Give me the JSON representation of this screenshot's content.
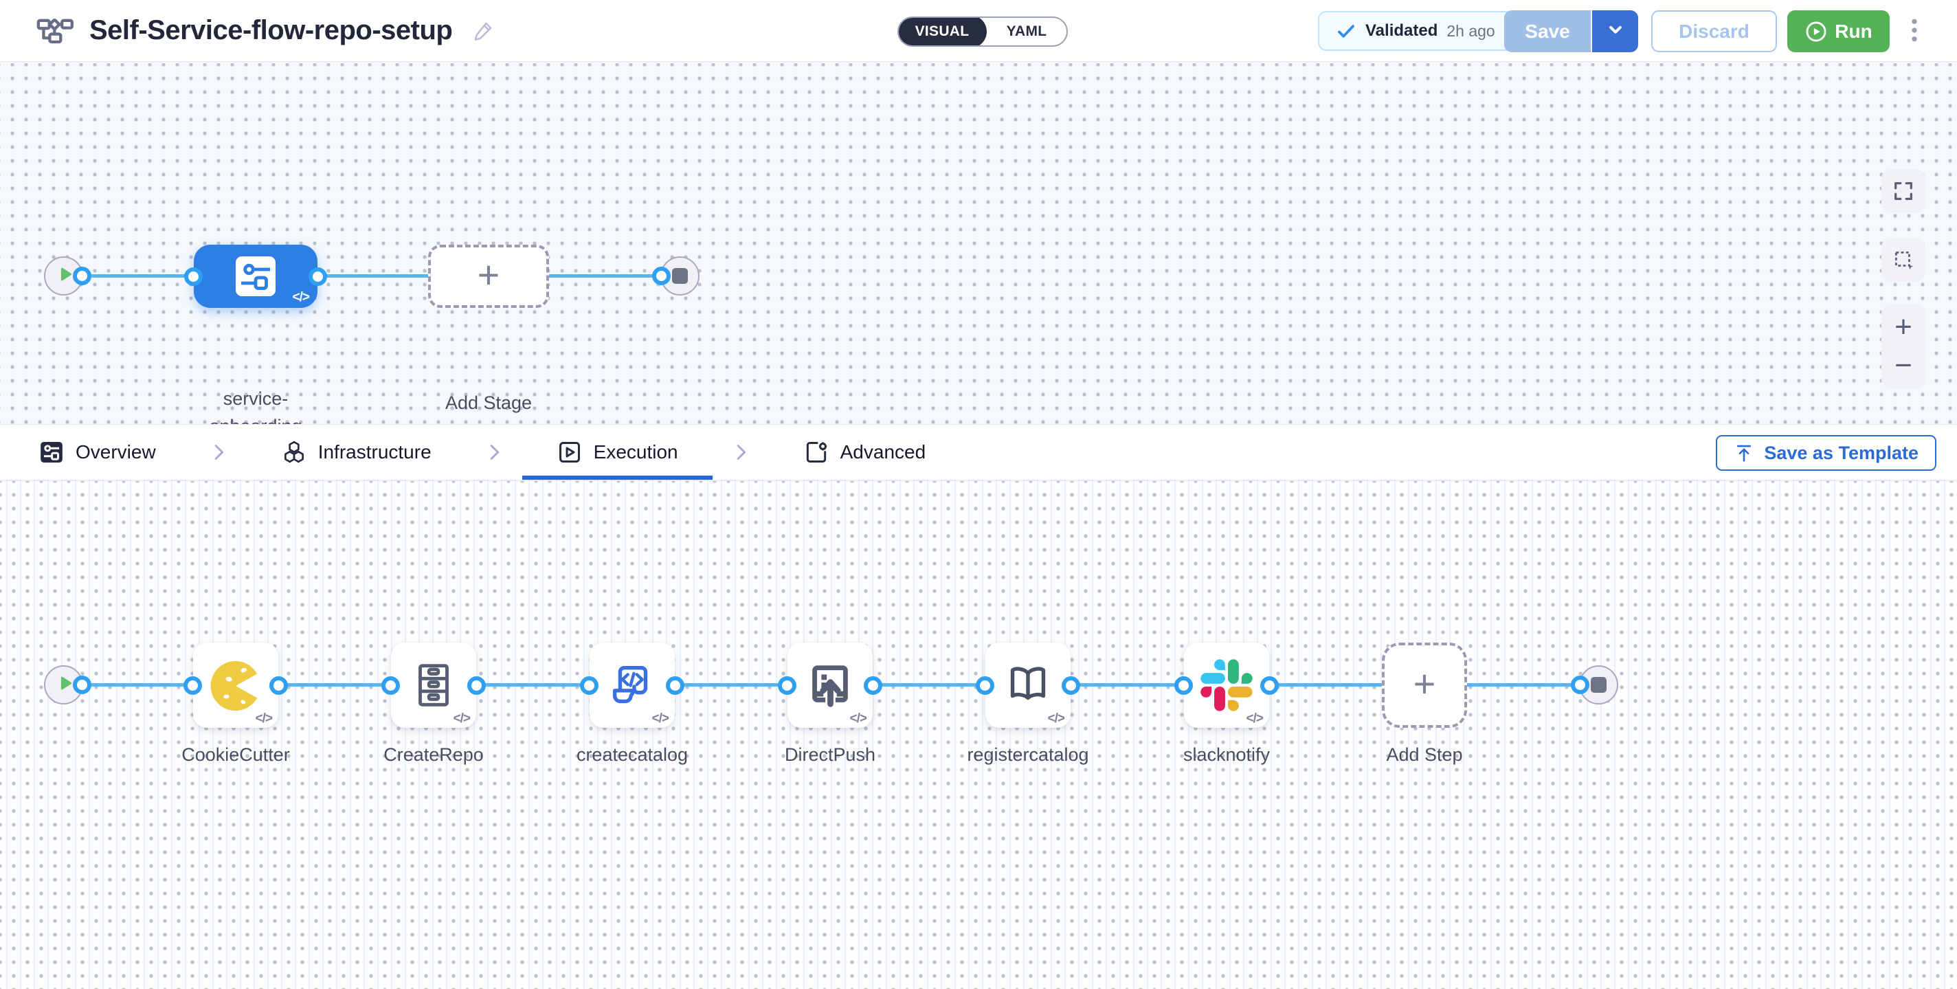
{
  "header": {
    "title": "Self-Service-flow-repo-setup",
    "title_icon": "pipeline-icon",
    "edit_icon": "pencil-icon",
    "mode_toggle": {
      "visual_label": "VISUAL",
      "yaml_label": "YAML",
      "selected": "VISUAL"
    },
    "validated_badge": {
      "icon": "check-icon",
      "label": "Validated",
      "time": "2h ago"
    },
    "save_button": "Save",
    "discard_button": "Discard",
    "run_button": "Run",
    "more_menu_icon": "kebab-icon"
  },
  "stage_canvas": {
    "stage_name": "service-onboarding",
    "stage_icon": "stage-service-icon",
    "add_stage_label": "Add Stage",
    "code_badge": "</>"
  },
  "execution_tabs": {
    "items": [
      {
        "label": "Overview",
        "icon": "overview-icon",
        "active": false
      },
      {
        "label": "Infrastructure",
        "icon": "infrastructure-icon",
        "active": false
      },
      {
        "label": "Execution",
        "icon": "execution-icon",
        "active": true
      },
      {
        "label": "Advanced",
        "icon": "advanced-icon",
        "active": false
      }
    ],
    "save_as_template_button": "Save as Template"
  },
  "step_canvas": {
    "steps": [
      {
        "name": "CookieCutter",
        "icon": "cookiecutter-icon"
      },
      {
        "name": "CreateRepo",
        "icon": "create-repo-icon"
      },
      {
        "name": "createcatalog",
        "icon": "create-catalog-icon"
      },
      {
        "name": "DirectPush",
        "icon": "direct-push-icon"
      },
      {
        "name": "registercatalog",
        "icon": "register-catalog-icon"
      },
      {
        "name": "slacknotify",
        "icon": "slack-icon"
      }
    ],
    "add_step_label": "Add Step",
    "code_badge": "</>"
  },
  "zoom_controls": {
    "icons": [
      "fullscreen-icon",
      "marquee-select-icon",
      "zoom-in-icon",
      "zoom-out-icon"
    ]
  },
  "glyphs": {
    "plus": "+",
    "minus": "−"
  },
  "colors": {
    "accent_blue": "#2e7fe4",
    "connector_blue": "#58b7f3",
    "port_blue": "#2f9ff2",
    "run_green": "#56b257",
    "validated_check_blue": "#2b8ceb",
    "tab_underline_blue": "#2766d1",
    "save_disabled_blue": "#9fbfe9",
    "save_chevron_blue": "#3a70d6",
    "discard_blue": "#a5c4ee",
    "dark_pill": "#272c40",
    "slate_icon": "#575e73",
    "cookie_yellow": "#eecb41",
    "slack_colors": [
      "#36C5F0",
      "#2EB67D",
      "#ECB22E",
      "#E01E5A"
    ]
  }
}
